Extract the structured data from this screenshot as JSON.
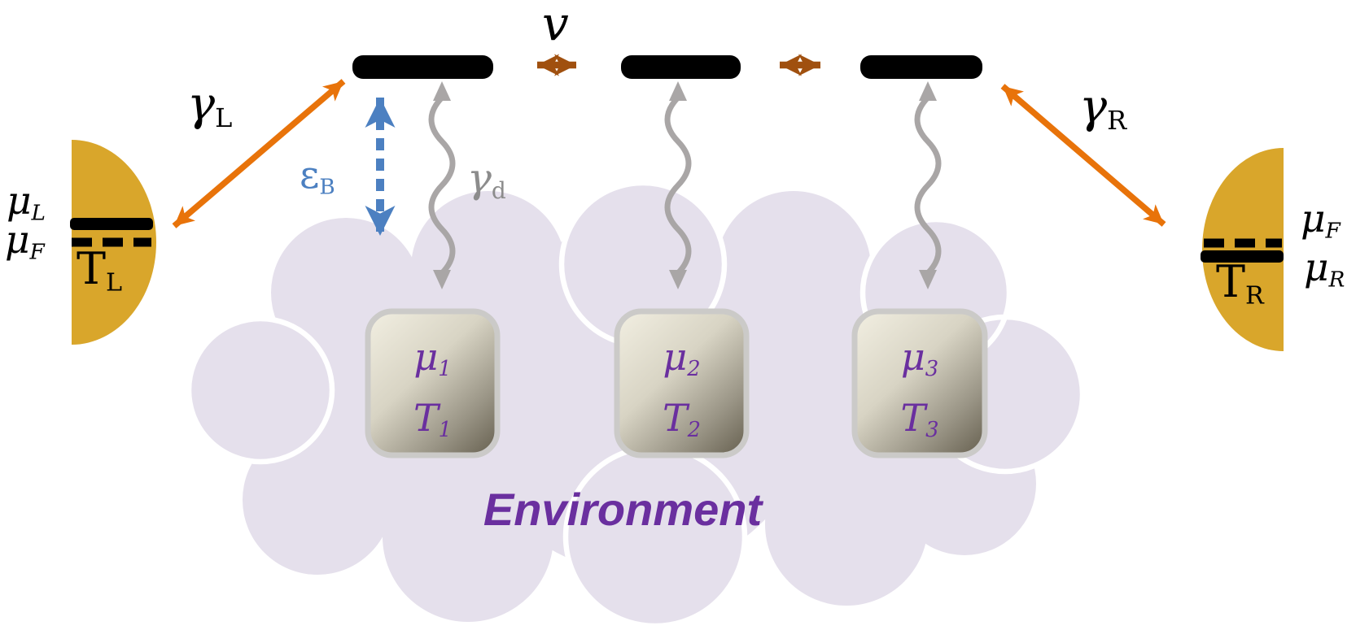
{
  "colors": {
    "black": "#000000",
    "gold": "#D9A62B",
    "orange": "#E8730A",
    "brown": "#A0500F",
    "blue": "#4C80C1",
    "gray": "#A9A6A6",
    "gray_text": "#8C8C8C",
    "purple": "#6A2F9F",
    "cloud": "#E5E0EC"
  },
  "chain": {
    "site_count": 3,
    "coupling": {
      "base": "v"
    }
  },
  "labels": {
    "gamma_left": {
      "base": "γ",
      "sub": "L"
    },
    "gamma_right": {
      "base": "γ",
      "sub": "R"
    },
    "dephasing": {
      "base": "γ",
      "sub": "d"
    },
    "epsilon_barrier": {
      "base": "ε",
      "sub": "B"
    }
  },
  "left_lead": {
    "mu_solid_level": {
      "base": "μ",
      "sub": "L"
    },
    "mu_dashed_level": {
      "base": "μ",
      "sub": "F"
    },
    "temperature": {
      "base": "T",
      "sub": "L"
    }
  },
  "right_lead": {
    "mu_dashed_level": {
      "base": "μ",
      "sub": "F"
    },
    "mu_solid_level": {
      "base": "μ",
      "sub": "R"
    },
    "temperature": {
      "base": "T",
      "sub": "R"
    }
  },
  "environment": {
    "title": "Environment",
    "reservoirs": [
      {
        "mu": {
          "base": "μ",
          "sub": "1"
        },
        "temperature": {
          "base": "T",
          "sub": "1"
        }
      },
      {
        "mu": {
          "base": "μ",
          "sub": "2"
        },
        "temperature": {
          "base": "T",
          "sub": "2"
        }
      },
      {
        "mu": {
          "base": "μ",
          "sub": "3"
        },
        "temperature": {
          "base": "T",
          "sub": "3"
        }
      }
    ]
  }
}
